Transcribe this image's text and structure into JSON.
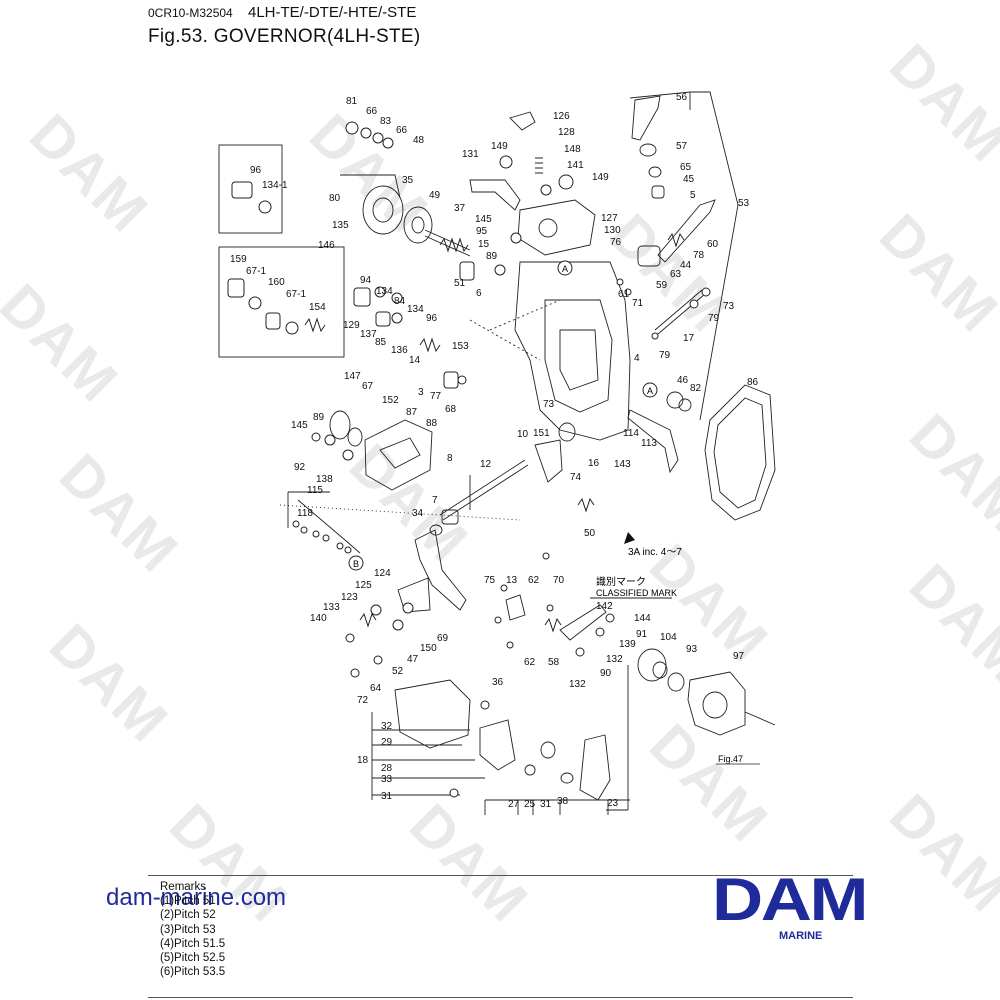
{
  "header": {
    "code": "0CR10-M32504",
    "model": "4LH-TE/-DTE/-HTE/-STE",
    "title": "Fig.53.  GOVERNOR(4LH-STE)"
  },
  "watermark": {
    "text": "DAM",
    "color": "#e9e9e9"
  },
  "diagram": {
    "annotations": {
      "classified_jp": "識別マーク",
      "classified_en": "CLASSIFIED MARK",
      "inc_note": "3A inc. 4～7",
      "fig_ref": "Fig.47",
      "ref_a": "A",
      "ref_b": "B"
    },
    "callouts": [
      "81",
      "66",
      "83",
      "66",
      "48",
      "126",
      "128",
      "56",
      "96",
      "134-1",
      "35",
      "80",
      "49",
      "37",
      "131",
      "149",
      "148",
      "141",
      "149",
      "57",
      "65",
      "45",
      "5",
      "135",
      "146",
      "145",
      "95",
      "15",
      "89",
      "127",
      "130",
      "76",
      "53",
      "159",
      "67-1",
      "160",
      "67-1",
      "154",
      "94",
      "134",
      "84",
      "51",
      "6",
      "61",
      "71",
      "60",
      "78",
      "44",
      "63",
      "59",
      "129",
      "137",
      "85",
      "134",
      "96",
      "136",
      "153",
      "14",
      "73",
      "79",
      "17",
      "79",
      "4",
      "147",
      "67",
      "3",
      "77",
      "68",
      "152",
      "87",
      "46",
      "82",
      "86",
      "89",
      "145",
      "92",
      "138",
      "88",
      "73",
      "10",
      "151",
      "74",
      "16",
      "143",
      "114",
      "113",
      "8",
      "12",
      "115",
      "118",
      "7",
      "34",
      "50",
      "75",
      "13",
      "62",
      "70",
      "142",
      "144",
      "124",
      "125",
      "123",
      "133",
      "140",
      "69",
      "150",
      "47",
      "52",
      "64",
      "72",
      "91",
      "139",
      "132",
      "90",
      "104",
      "93",
      "97",
      "58",
      "62",
      "132",
      "36",
      "32",
      "29",
      "18",
      "28",
      "33",
      "31",
      "27",
      "25",
      "31",
      "38",
      "23"
    ]
  },
  "remarks": {
    "title": "Remarks",
    "items": [
      "(1)Pitch 51",
      "(2)Pitch 52",
      "(3)Pitch 53",
      "(4)Pitch 51.5",
      "(5)Pitch 52.5",
      "(6)Pitch 53.5"
    ]
  },
  "website": "dam-marine.com",
  "logo": {
    "word": "DAM",
    "sub": "MARINE",
    "color": "#1f2b9a"
  }
}
